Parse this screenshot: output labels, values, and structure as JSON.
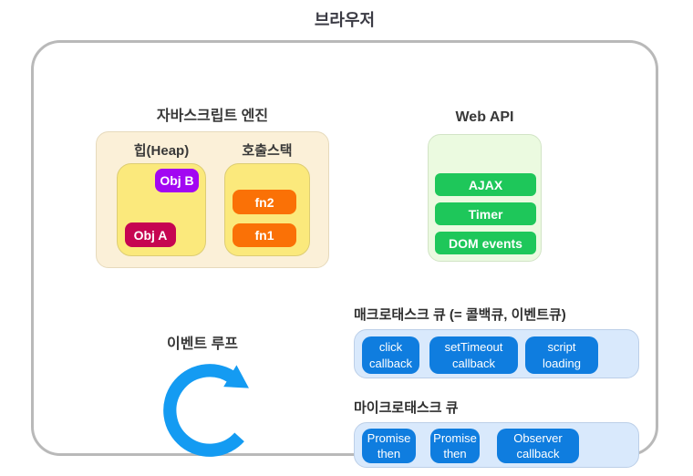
{
  "title": "브라우저",
  "engine": {
    "label": "자바스크립트 엔진",
    "heap": {
      "label": "힙(Heap)",
      "objects": [
        {
          "label": "Obj B",
          "color": "#a207f2"
        },
        {
          "label": "Obj A",
          "color": "#c60551"
        }
      ]
    },
    "call_stack": {
      "label": "호출스택",
      "frames": [
        {
          "label": "fn2",
          "color": "#fa7106"
        },
        {
          "label": "fn1",
          "color": "#fa7106"
        }
      ]
    }
  },
  "web_api": {
    "label": "Web API",
    "items": [
      "AJAX",
      "Timer",
      "DOM events"
    ]
  },
  "event_loop": {
    "label": "이벤트 루프",
    "icon": "circular-arrow-clockwise-icon",
    "color": "#149bf2"
  },
  "macrotask_queue": {
    "label": "매크로태스크 큐 (= 콜백큐, 이벤트큐)",
    "items": [
      {
        "line1": "click",
        "line2": "callback"
      },
      {
        "line1": "setTimeout",
        "line2": "callback"
      },
      {
        "line1": "script",
        "line2": "loading"
      }
    ]
  },
  "microtask_queue": {
    "label": "마이크로태스크 큐",
    "items": [
      {
        "line1": "Promise",
        "line2": "then"
      },
      {
        "line1": "Promise",
        "line2": "then"
      },
      {
        "line1": "Observer",
        "line2": "callback"
      }
    ]
  },
  "colors": {
    "browser_border": "#b9b9b9",
    "engine_bg": "#fbf0d8",
    "heap_stack_bg": "#fbe97c",
    "obj_b": "#a207f2",
    "obj_a": "#c60551",
    "fn": "#fa7106",
    "webapi_bg": "#ebfae0",
    "webapi_btn": "#1ec75a",
    "queue_bg": "#d9e9fc",
    "queue_btn": "#0f7ddf",
    "event_loop_arrow": "#149bf2"
  }
}
